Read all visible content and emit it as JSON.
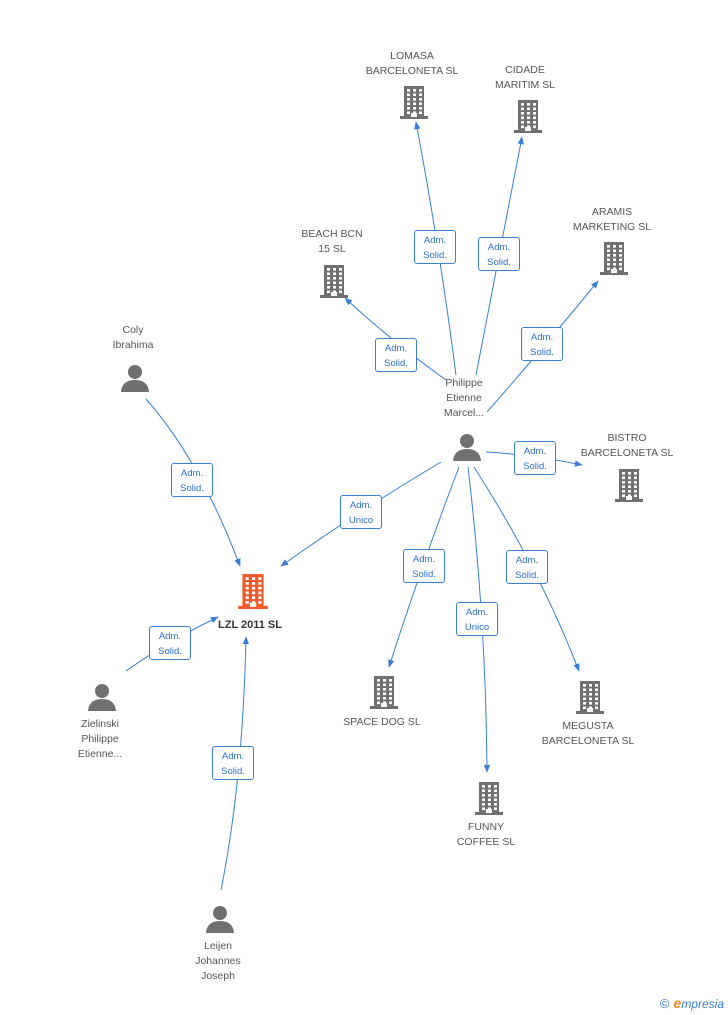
{
  "colors": {
    "edge": "#3a7fd5",
    "building": "#707070",
    "center_building": "#f05a28",
    "person": "#707070"
  },
  "nodes": {
    "center": {
      "label": "LZL 2011 SL",
      "icon": "building-icon"
    },
    "coly": {
      "label": "Coly\nIbrahima",
      "icon": "person-icon"
    },
    "zielinski": {
      "label": "Zielinski\nPhilippe\nEtienne...",
      "icon": "person-icon"
    },
    "leijen": {
      "label": "Leijen\nJohannes\nJoseph",
      "icon": "person-icon"
    },
    "philippe": {
      "label": "Philippe\nEtienne\nMarcel...",
      "icon": "person-icon"
    },
    "lomasa": {
      "label": "LOMASA\nBARCELONETA SL",
      "icon": "building-icon"
    },
    "cidade": {
      "label": "CIDADE\nMARITIM SL",
      "icon": "building-icon"
    },
    "beach": {
      "label": "BEACH BCN\n15 SL",
      "icon": "building-icon"
    },
    "aramis": {
      "label": "ARAMIS\nMARKETING SL",
      "icon": "building-icon"
    },
    "bistro": {
      "label": "BISTRO\nBARCELONETA SL",
      "icon": "building-icon"
    },
    "spacedog": {
      "label": "SPACE DOG SL",
      "icon": "building-icon"
    },
    "funny": {
      "label": "FUNNY\nCOFFEE SL",
      "icon": "building-icon"
    },
    "megusta": {
      "label": "MEGUSTA\nBARCELONETA SL",
      "icon": "building-icon"
    }
  },
  "edges": {
    "coly_center": "Adm.\nSolid.",
    "zielinski_center": "Adm.\nSolid.",
    "leijen_center": "Adm.\nSolid.",
    "philippe_center": "Adm.\nUnico",
    "philippe_lomasa": "Adm.\nSolid.",
    "philippe_cidade": "Adm.\nSolid.",
    "philippe_beach": "Adm.\nSolid.",
    "philippe_aramis": "Adm.\nSolid.",
    "philippe_bistro": "Adm.\nSolid.",
    "philippe_spacedog": "Adm.\nSolid.",
    "philippe_funny": "Adm.\nUnico",
    "philippe_megusta": "Adm.\nSolid."
  },
  "footer": {
    "copyright": "©",
    "brand_initial": "e",
    "brand_rest": "mpresia"
  }
}
